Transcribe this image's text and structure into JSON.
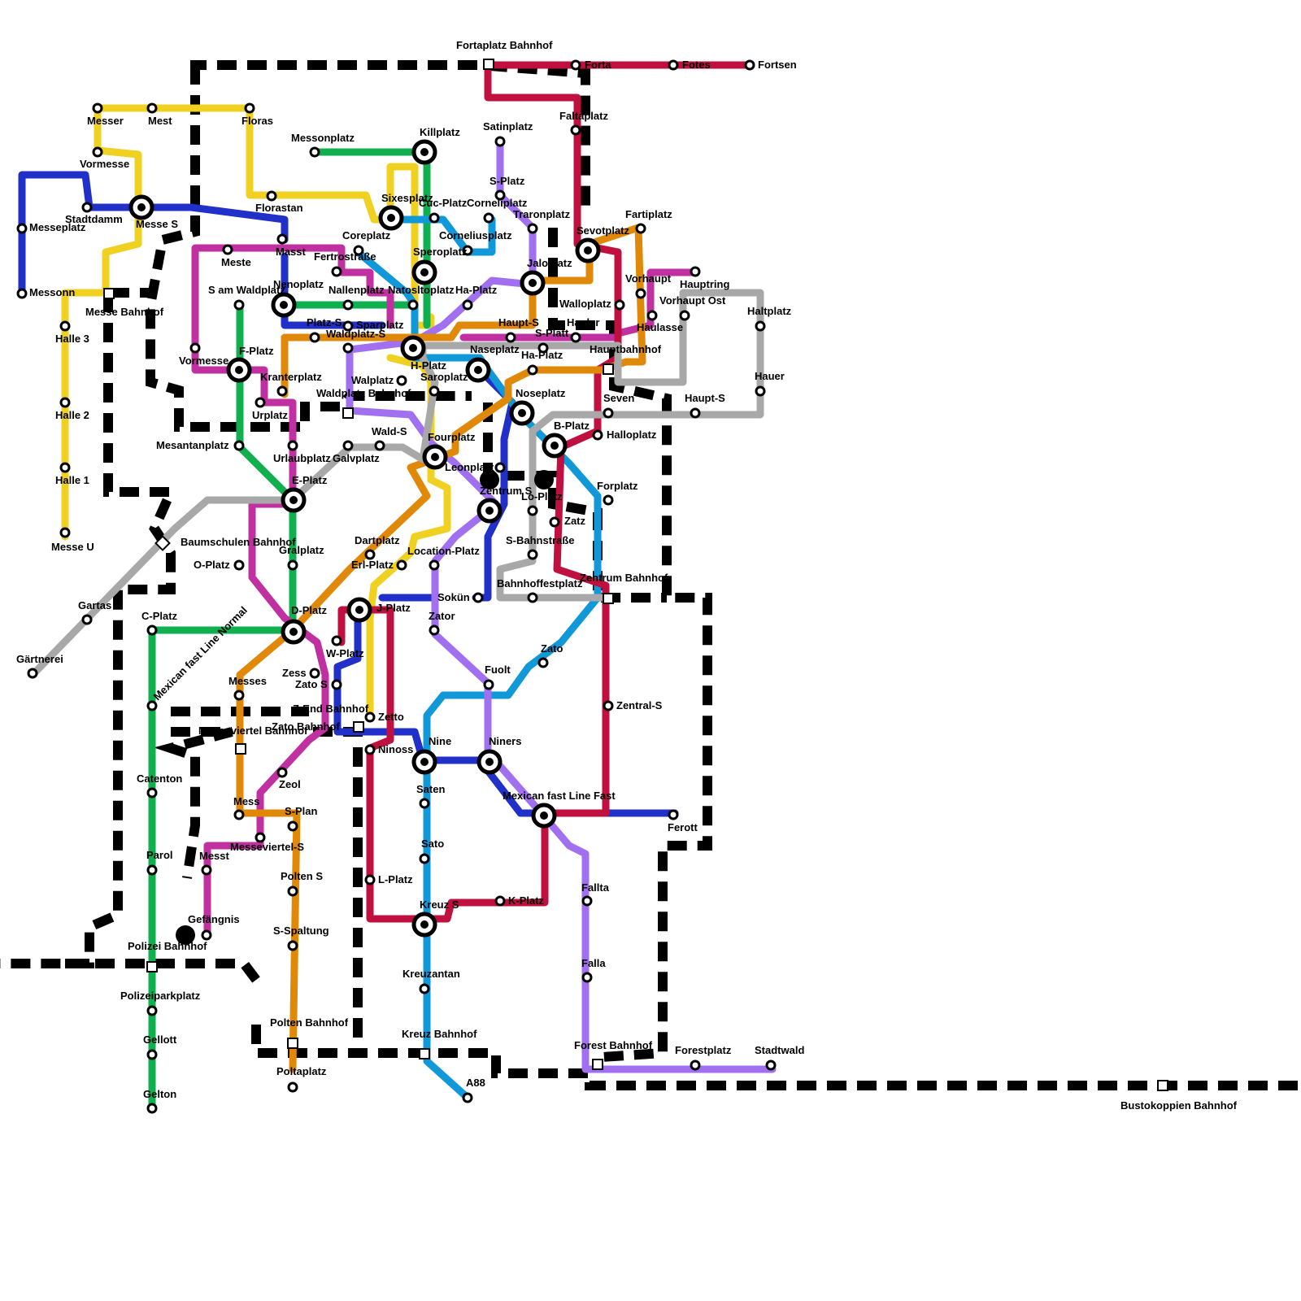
{
  "lines": {
    "yellow": {
      "color": "#f0d020"
    },
    "blue": {
      "color": "#2030c8"
    },
    "green": {
      "color": "#10b050"
    },
    "magenta": {
      "color": "#c030a0"
    },
    "cyan": {
      "color": "#1098d8"
    },
    "purple": {
      "color": "#a070f0"
    },
    "red": {
      "color": "#c01040"
    },
    "orange": {
      "color": "#e08808"
    },
    "gray": {
      "color": "#a8a8a8"
    },
    "railway": {
      "color": "#000000"
    }
  },
  "line_labels": {
    "normal": "Mexican fast Line Normal",
    "fast": "Mexican fast Line Fast"
  },
  "stations": {
    "messer": "Messer",
    "mest": "Mest",
    "floras": "Floras",
    "vormesse": "Vormesse",
    "messeplatz": "Messeplatz",
    "stadtdamm": "Stadtdamm",
    "messe_s": "Messe S",
    "florastan": "Florastan",
    "messonn": "Messonn",
    "messe_bahnhof": "Messe Bahnhof",
    "halle3": "Halle 3",
    "halle2": "Halle 2",
    "halle1": "Halle 1",
    "messe_u": "Messe U",
    "meste": "Meste",
    "masst": "Masst",
    "vormesse2": "Vormesse",
    "s_am_waldplatz": "S am Waldplatz",
    "f_platz": "F-Platz",
    "mesantanplatz": "Mesantanplatz",
    "messonplatz": "Messonplatz",
    "killplatz": "Killplatz",
    "sixesplatz": "Sixesplatz",
    "coreplatz": "Coreplatz",
    "fertrostrasse": "Fertrostraße",
    "nenoplatz": "Nenoplatz",
    "nallenplatz": "Nallenplatz",
    "natosltoplatz": "Natosltoplatz",
    "sperplatz": "Speroplatz",
    "platz_s": "Platz-S",
    "sparplatz": "Sparplatz",
    "waldplatz_s": "Waldplatz-S",
    "kranterplatz": "Kranterplatz",
    "urplatz": "Urplatz",
    "walplatz": "Walplatz",
    "waldplatz_bahnhof": "Waldplatz Bahnhof",
    "urlaubplatz": "Urlaubplatz",
    "wald_s": "Wald-S",
    "galvplatz": "Galvplatz",
    "e_platz": "E-Platz",
    "baumschulen_bahnhof": "Baumschulen Bahnhof",
    "o_platz": "O-Platz",
    "gralplatz": "Gralplatz",
    "gartas": "Gartas",
    "gaertnerei": "Gärtnerei",
    "c_platz": "C-Platz",
    "d_platz": "D-Platz",
    "messes": "Messes",
    "messeviertel_bahnhof": "Messeviertel Bahnhof",
    "catenton": "Catenton",
    "mess": "Mess",
    "messt": "Messt",
    "messeviertel_s": "Messeviertel-S",
    "parol": "Parol",
    "gefaengnis": "Gefängnis",
    "polizei_bahnhof": "Polizei Bahnhof",
    "polizeiparkplatz": "Polizeiparkplatz",
    "gellott": "Gellott",
    "gelton": "Gelton",
    "s_plan": "S-Plan",
    "polten_s": "Polten S",
    "s_spaltung": "S-Spaltung",
    "polten_bahnhof": "Polten Bahnhof",
    "poltaplatz": "Poltaplatz",
    "zeol": "Zeol",
    "zess": "Zess",
    "zato_s": "Zato S",
    "w_platz": "W-Platz",
    "z_end_bahnhof": "Z-End Bahnhof",
    "zato_bahnhof": "Zato Bahnhof",
    "zetto": "Zetto",
    "ninoss": "Ninoss",
    "j_platz": "J-Platz",
    "l_platz": "L-Platz",
    "dartplatz": "Dartplatz",
    "erl_platz": "Erl-Platz",
    "location_platz": "Location-Platz",
    "zator": "Zator",
    "sokuen": "Sokün",
    "fortaplatz_bahnhof": "Fortaplatz Bahnhof",
    "forta": "Forta",
    "fotes": "Fotes",
    "fortsen": "Fortsen",
    "faltaplatz": "Faltaplatz",
    "satinplatz": "Satinplatz",
    "s_platz": "S-Platz",
    "cuc_platz": "Cuc-Platz",
    "corneliplatz": "Corneliplatz",
    "corneliusplatz": "Corneliusplatz",
    "traronplatz": "Traronplatz",
    "fartiplatz": "Fartiplatz",
    "sevotplatz": "Sevotplatz",
    "jaloplatz": "Jaloplatz",
    "ha_platz": "Ha-Platz",
    "vorhaupt": "Vorhaupt",
    "hauptring": "Hauptring",
    "vorhaupt_ost": "Vorhaupt Ost",
    "walloplatz": "Walloplatz",
    "haultplatz": "Haltplatz",
    "haupt_s": "Haupt-S",
    "hauler": "Hauler",
    "haulasse": "Haulasse",
    "s_platt": "S-Platt",
    "naseplatz": "Naseplatz",
    "ha_platz2": "Ha-Platz",
    "hauptbahnhof": "Hauptbahnhof",
    "h_platz": "H-Platz",
    "saroplatz": "Saroplatz",
    "noseplatz": "Noseplatz",
    "seven": "Seven",
    "haupt_s2": "Haupt-S",
    "hauer": "Hauer",
    "b_platz": "B-Platz",
    "halloplatz": "Halloplatz",
    "fourplatz": "Fourplatz",
    "leonplatz": "Leonplatz",
    "zentrum_s": "Zentrum S",
    "lo_platz": "Lo-Platz",
    "zatz": "Zatz",
    "forplatz": "Forplatz",
    "s_bahnstrasse": "S-Bahnstraße",
    "bahnhoffestplatz": "Bahnhoffestplatz",
    "zentrum_bahnhof": "Zentrum Bahnhof",
    "zato": "Zato",
    "zentral_s": "Zentral-S",
    "fuolt": "Fuolt",
    "nine": "Nine",
    "niners": "Niners",
    "saten": "Saten",
    "sato": "Sato",
    "ferott": "Ferott",
    "kreuz_s": "Kreuz S",
    "k_platz": "K-Platz",
    "fallta": "Fallta",
    "falla": "Falla",
    "kreuzantan": "Kreuzantan",
    "kreuz_bahnhof": "Kreuz Bahnhof",
    "a88": "A88",
    "forest_bahnhof": "Forest Bahnhof",
    "forestplatz": "Forestplatz",
    "stadtwald": "Stadtwald",
    "bustokoppien_bahnhof": "Bustokoppien Bahnhof"
  }
}
